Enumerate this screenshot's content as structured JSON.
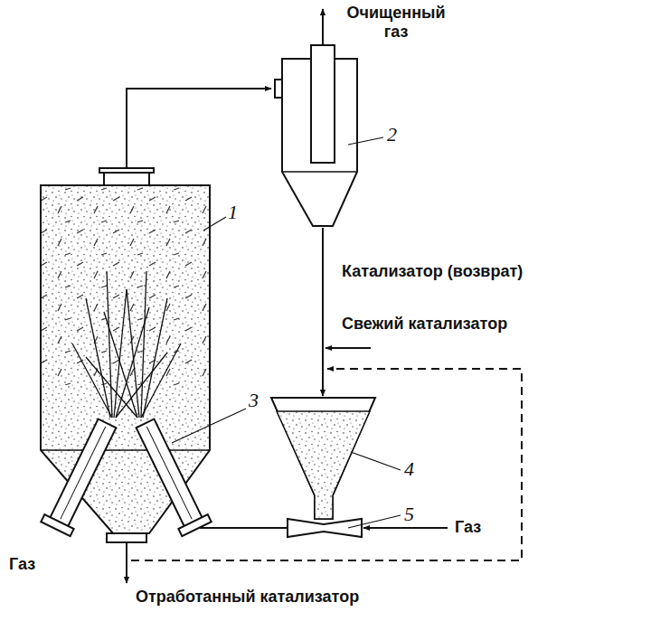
{
  "diagram": {
    "labels": [
      "Очищенный газ",
      "2",
      "1",
      "Катализатор (возврат)",
      "Свежий катализатор",
      "3",
      "4",
      "5",
      "Газ",
      "Газ",
      "Отработанный катализатор"
    ]
  }
}
